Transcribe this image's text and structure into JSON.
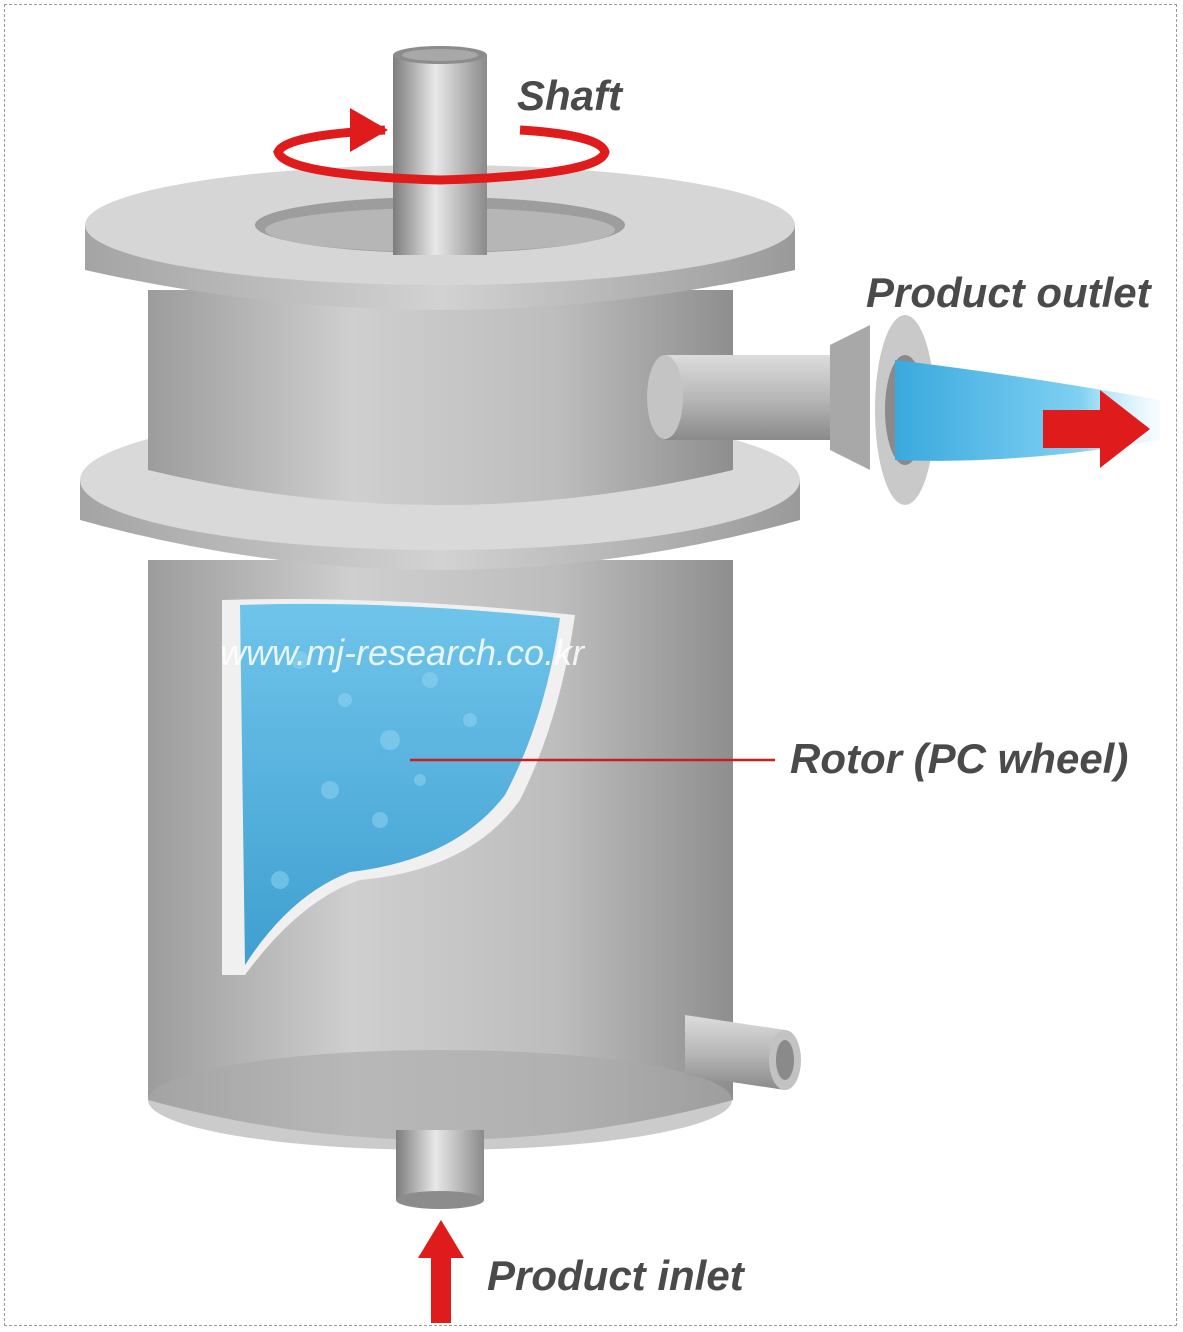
{
  "labels": {
    "shaft": "Shaft",
    "product_outlet": "Product outlet",
    "rotor": "Rotor (PC wheel)",
    "product_inlet": "Product inlet"
  },
  "watermark": "www.mj-research.co.kr",
  "colors": {
    "arrow": "#e01b1b",
    "metal": "#c9c9c9",
    "liquid": "#4fb3df",
    "label_text": "#4a4a4a"
  }
}
